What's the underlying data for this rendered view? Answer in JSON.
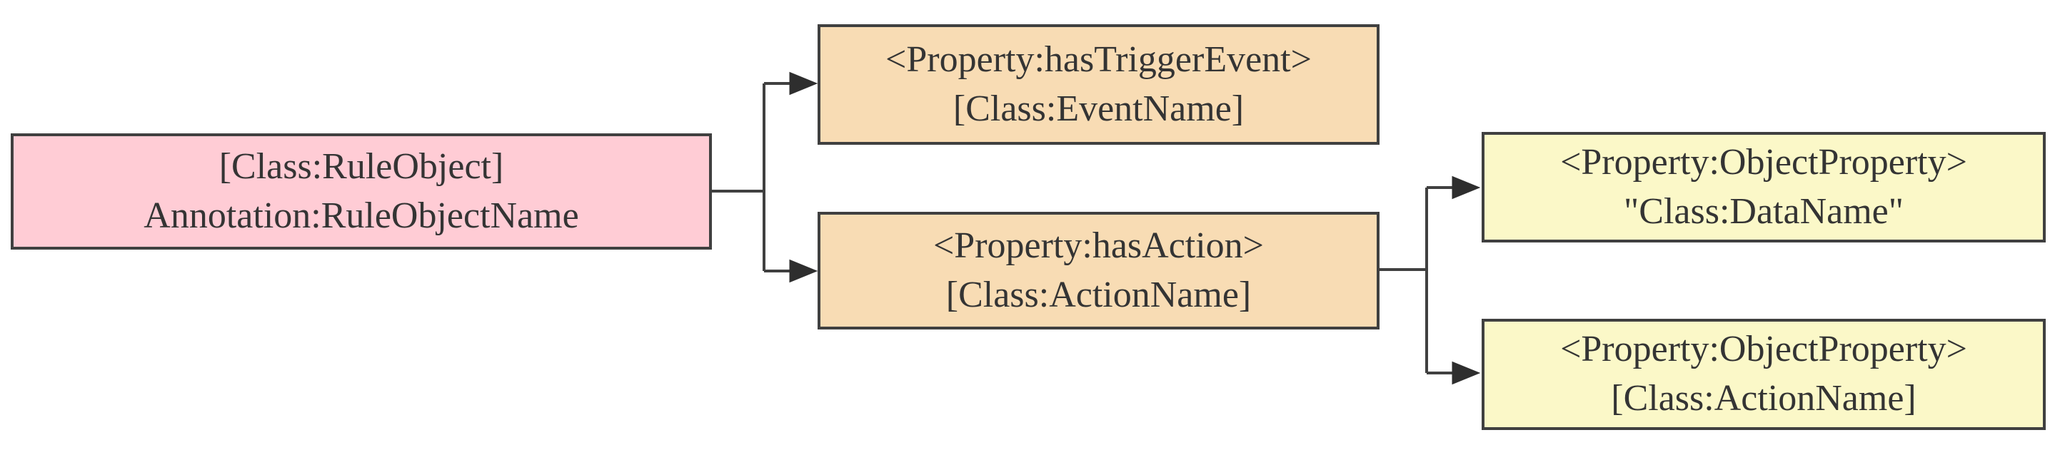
{
  "diagram": {
    "background_color": "#ffffff",
    "border_color": "#404040",
    "line_color": "#404040",
    "text_color": "#343434",
    "nodes": [
      {
        "id": "rule-object",
        "fill": "#ffccd5",
        "line1": "[Class:RuleObject]",
        "line2": "Annotation:RuleObjectName"
      },
      {
        "id": "has-trigger-event",
        "fill": "#f8dcb4",
        "line1": "<Property:hasTriggerEvent>",
        "line2": "[Class:EventName]"
      },
      {
        "id": "has-action",
        "fill": "#f8dcb4",
        "line1": "<Property:hasAction>",
        "line2": "[Class:ActionName]"
      },
      {
        "id": "object-property-data",
        "fill": "#fbf8c8",
        "line1": "<Property:ObjectProperty>",
        "line2": "\"Class:DataName\""
      },
      {
        "id": "object-property-action",
        "fill": "#fbf8c8",
        "line1": "<Property:ObjectProperty>",
        "line2": "[Class:ActionName]"
      }
    ],
    "edges": [
      {
        "from": "rule-object",
        "to": "has-trigger-event",
        "arrowhead": "target"
      },
      {
        "from": "rule-object",
        "to": "has-action",
        "arrowhead": "target"
      },
      {
        "from": "has-action",
        "to": "object-property-data",
        "arrowhead": "target"
      },
      {
        "from": "has-action",
        "to": "object-property-action",
        "arrowhead": "target"
      }
    ]
  }
}
